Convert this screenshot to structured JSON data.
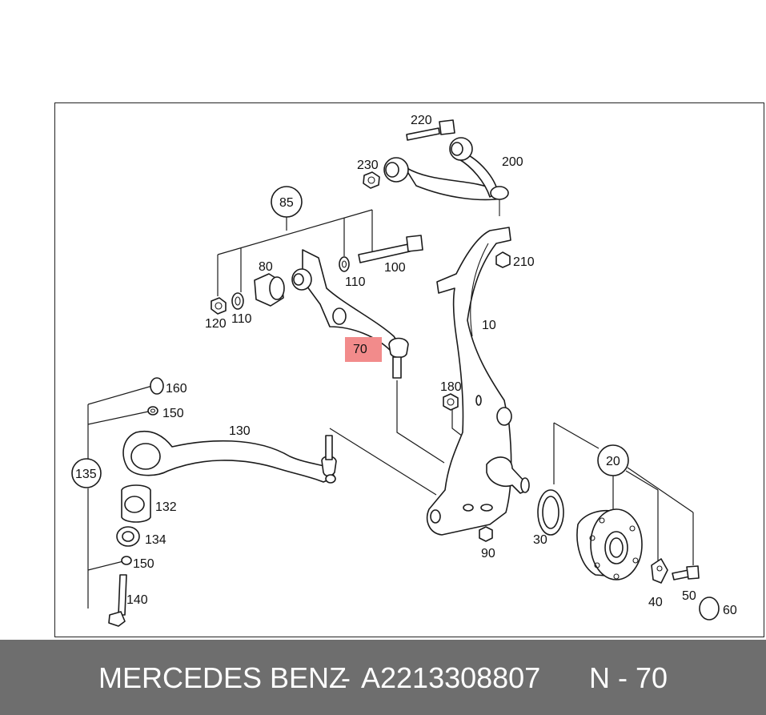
{
  "diagram": {
    "callouts": {
      "p10": "10",
      "p20": "20",
      "p30": "30",
      "p40": "40",
      "p50": "50",
      "p60": "60",
      "p70": "70",
      "p80": "80",
      "p85": "85",
      "p90": "90",
      "p100": "100",
      "p110a": "110",
      "p110b": "110",
      "p120": "120",
      "p130": "130",
      "p132": "132",
      "p134": "134",
      "p135": "135",
      "p140": "140",
      "p150a": "150",
      "p150b": "150",
      "p160": "160",
      "p180": "180",
      "p200": "200",
      "p210": "210",
      "p220": "220",
      "p230": "230"
    },
    "highlight_color": "#f28b8b"
  },
  "footer": {
    "brand": "MERCEDES BENZ",
    "separator": "-",
    "part_number": "A2213308807",
    "ref": "N - 70"
  }
}
